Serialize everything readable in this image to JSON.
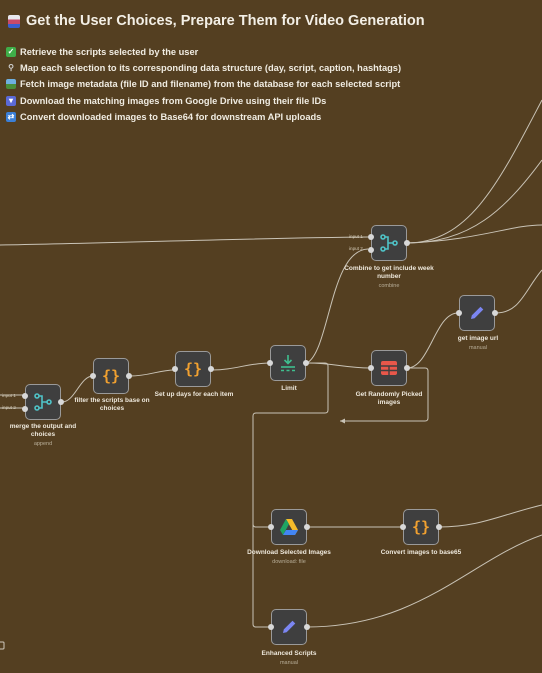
{
  "header": {
    "title": "Get the User Choices, Prepare Them for Video Generation",
    "title_icon": "clipboard-icon"
  },
  "bullets": [
    {
      "icon": "check-icon",
      "color": "#3fae49",
      "text": "Retrieve the scripts selected by the user"
    },
    {
      "icon": "link-icon",
      "color": "#8a8a8a",
      "text": "Map each selection to its corresponding data structure (day, script, caption, hashtags)"
    },
    {
      "icon": "image-icon",
      "color": "#4a8f3a",
      "text": "Fetch image metadata (file ID and filename) from the database for each selected script"
    },
    {
      "icon": "download-icon",
      "color": "#5b6ad6",
      "text": "Download the matching images from Google Drive using their file IDs"
    },
    {
      "icon": "convert-icon",
      "color": "#3b7fd6",
      "text": "Convert downloaded images to Base64 for downstream API uploads"
    }
  ],
  "nodes": {
    "merge": {
      "label": "merge the output and choices",
      "sub": "append",
      "icon": "merge-icon",
      "input1": "input 1",
      "input2": "input 2"
    },
    "filter": {
      "label": "filter the scripts base on choices",
      "icon": "code-icon",
      "glyph": "{}"
    },
    "setup": {
      "label": "Set up days for each item",
      "icon": "code-icon",
      "glyph": "{}"
    },
    "limit": {
      "label": "Limit",
      "icon": "limit-icon"
    },
    "combine": {
      "label": "Combine to get include week number",
      "sub": "combine",
      "icon": "merge-icon",
      "input1": "input 1",
      "input2": "input 2"
    },
    "random": {
      "label": "Get Randomly Picked images",
      "icon": "table-icon"
    },
    "geturl": {
      "label": "get image url",
      "sub": "manual",
      "icon": "pencil-icon"
    },
    "download": {
      "label": "Download Selected Images",
      "sub": "download: file",
      "icon": "google-drive-icon"
    },
    "convert": {
      "label": "Convert images to base65",
      "icon": "code-icon",
      "glyph": "{}"
    },
    "enhanced": {
      "label": "Enhanced Scripts",
      "sub": "manual",
      "icon": "pencil-icon"
    }
  }
}
